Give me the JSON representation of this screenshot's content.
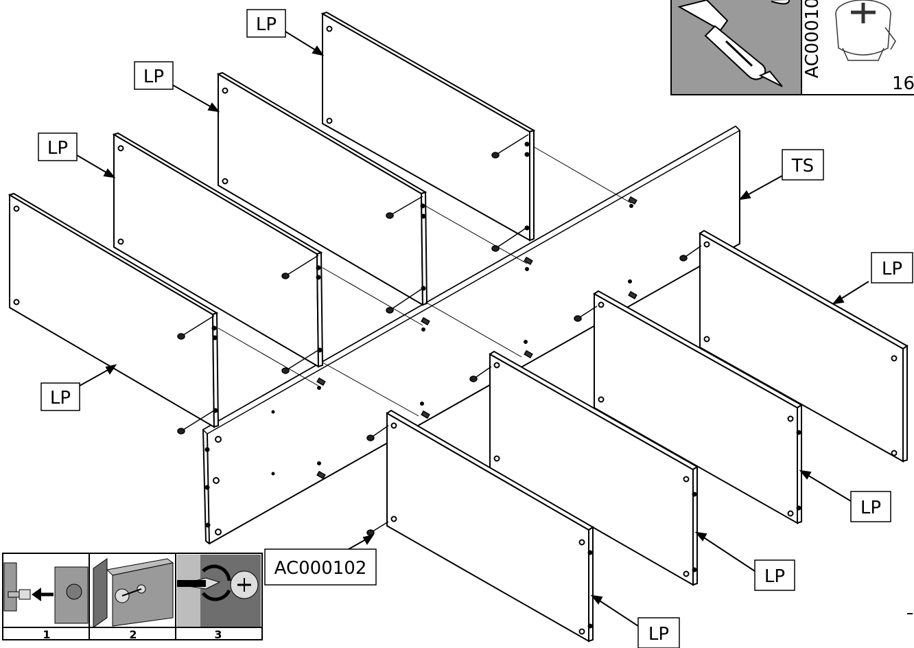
{
  "labels": {
    "lp": "LP",
    "ts": "TS",
    "fitting_code": "AC000102"
  },
  "parts_box": {
    "code": "AC00010",
    "count": "16"
  },
  "steps": [
    "1",
    "2",
    "3"
  ],
  "colors": {
    "line": "#000000",
    "panel": "#ffffff",
    "tool_bg": "#9a9a9a",
    "step_bg_light": "#bdbdbd",
    "step_bg_dark": "#6e6e6e"
  },
  "icons": [
    "screwdriver-icon",
    "cam-lock-icon",
    "rotate-arrow-icon",
    "insert-arrow-icon"
  ]
}
